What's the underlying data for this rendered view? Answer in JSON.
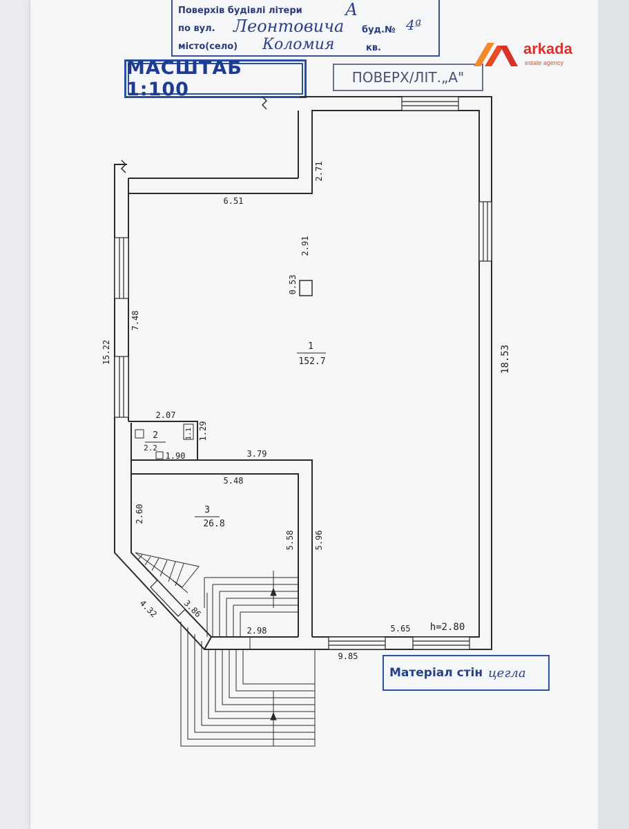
{
  "header": {
    "line1_label": "Поверхів будівлі літери",
    "line1_value": "А",
    "line2_label": "по вул.",
    "street": "Леонтовича",
    "building_label": "буд.№",
    "building_no": "4ª",
    "line3_label": "місто(село)",
    "city": "Коломия",
    "apt_label": "кв."
  },
  "scale_label": "МАСШТАБ 1:100",
  "floor_label": "ПОВЕРХ/ЛІТ.„А\"",
  "material": {
    "label": "Матеріал стін",
    "value": "цегла"
  },
  "logo": {
    "name": "arkada",
    "tagline": "estate agency",
    "brand_color": "#e84a27",
    "accent_color": "#d6342a"
  },
  "rooms": [
    {
      "number": "1",
      "area": "152.7"
    },
    {
      "number": "2",
      "area": "2.2"
    },
    {
      "number": "3",
      "area": "26.8"
    }
  ],
  "dimensions": {
    "d_6_51": "6.51",
    "d_2_71": "2.71",
    "d_2_91": "2.91",
    "d_0_53": "0.53",
    "d_15_22": "15.22",
    "d_7_48": "7.48",
    "d_18_53": "18.53",
    "d_2_07": "2.07",
    "d_1_1": "1.1",
    "d_1_29": "1.29",
    "d_1_90": "1.90",
    "d_3_79": "3.79",
    "d_5_48": "5.48",
    "d_2_60": "2.60",
    "d_5_58": "5.58",
    "d_5_96": "5.96",
    "d_4_32": "4.32",
    "d_3_86": "3.86",
    "d_2_98": "2.98",
    "d_5_65": "5.65",
    "d_h_2_80": "h=2.80",
    "d_9_85": "9.85"
  }
}
